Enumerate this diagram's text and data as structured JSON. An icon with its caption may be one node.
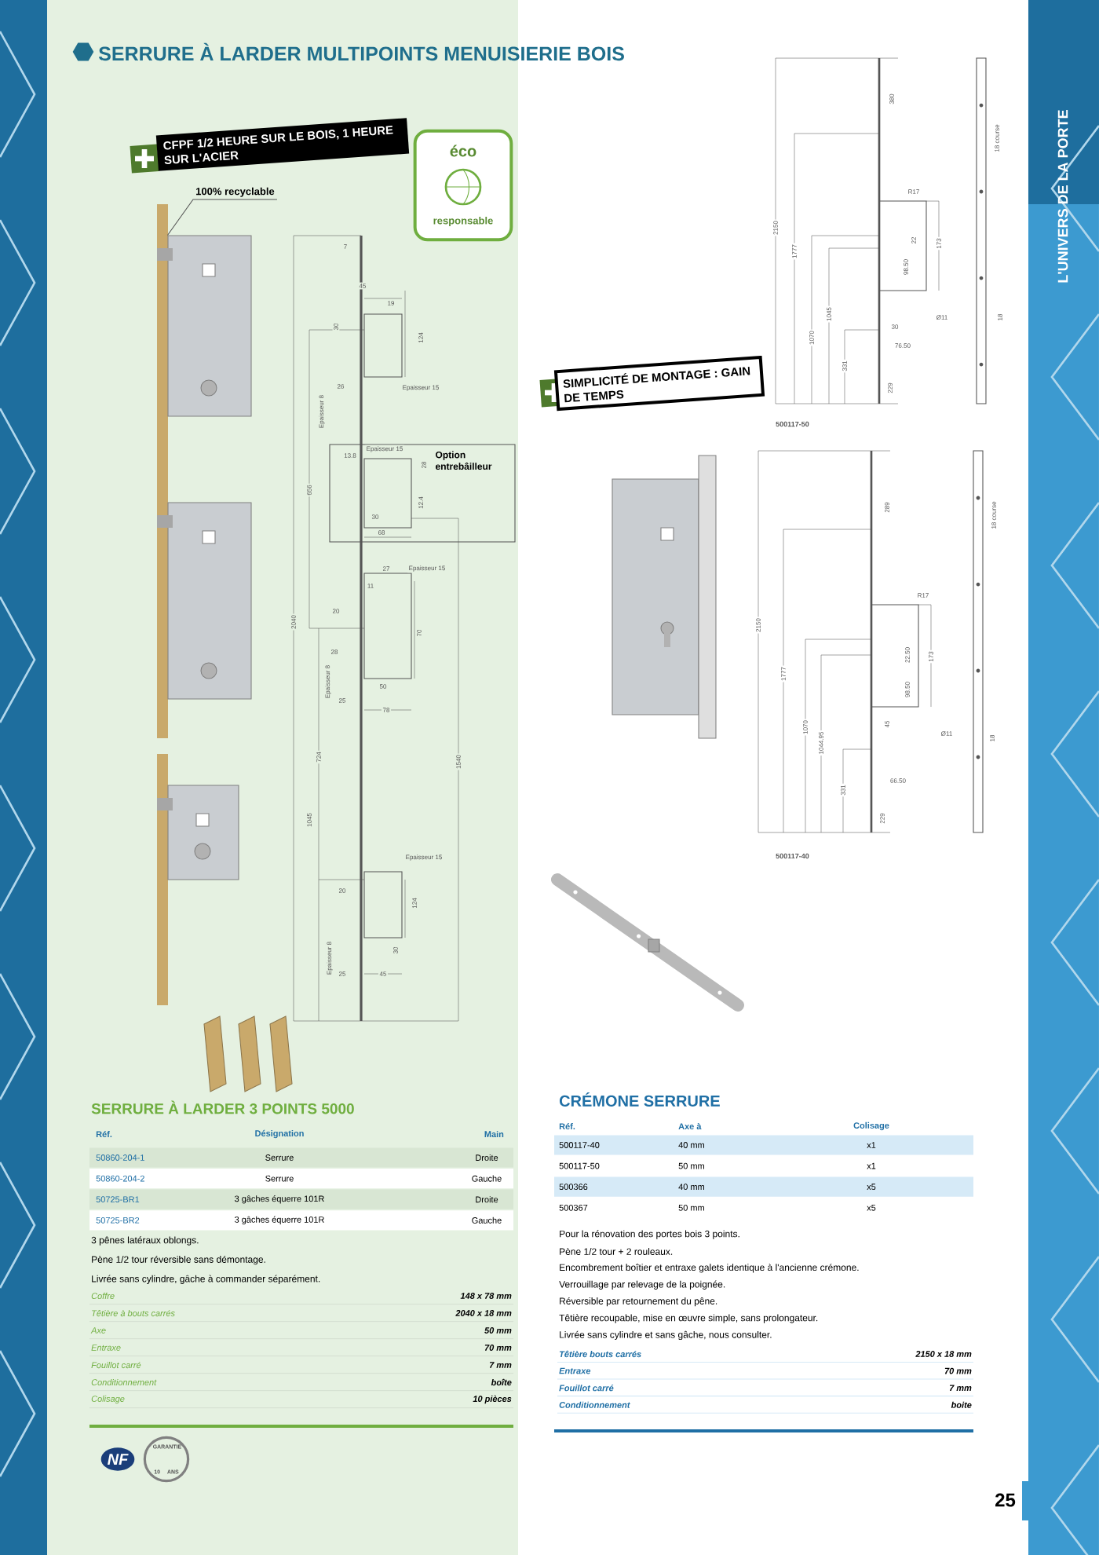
{
  "diagram": {
    "title": "SERRURE À LARDER MULTIPOINTS MENUISIERIE BOIS",
    "nodes": [
      {
        "text": [
          "100% recyclable"
        ]
      },
      {
        "text": [],
        "shape": "picture"
      },
      {
        "text": [
          "Option entrebâilleur"
        ]
      },
      {
        "text": [
          "CFPF 1/2 HEURE SUR LE BOIS, 1 HEURE SUR L'ACIER"
        ]
      },
      {
        "text": [
          "SIMPLICITÉ DE MONTAGE : GAIN DE TEMPS"
        ]
      },
      {
        "text": [
          "éco",
          "responsable"
        ]
      }
    ],
    "edges": [
      {
        "from": 0,
        "to": 1,
        "arrow": "none"
      }
    ],
    "labels": [
      "L'UNIVERS DE LA PORTE",
      "7",
      "45",
      "19",
      "30",
      "124",
      "26",
      "Epaisseur 15",
      "Epaisseur 8",
      "656",
      "13.8",
      "Epaisseur 15",
      "28",
      "12.4",
      "30",
      "68",
      "27",
      "Epaisseur 15",
      "11",
      "20",
      "70",
      "2040",
      "28",
      "Epaisseur 8",
      "25",
      "50",
      "78",
      "724",
      "1045",
      "1540",
      "Epaisseur 15",
      "124",
      "20",
      "30",
      "Epaisseur 8",
      "25",
      "45",
      "380",
      "2150",
      "1777",
      "1070",
      "1045",
      "331",
      "229",
      "R17",
      "22",
      "98.50",
      "173",
      "30",
      "76.50",
      "18 course",
      "Ø11",
      "18",
      "500117-50",
      "289",
      "2150",
      "1777",
      "1070",
      "1044.95",
      "331",
      "229",
      "R17",
      "22.50",
      "173",
      "98.50",
      "45",
      "66.50",
      "18 course",
      "Ø11",
      "18",
      "500117-40",
      "SERRURE À LARDER 3 POINTS 5000",
      "Réf.",
      "Désignation",
      "Main",
      "50860-204-1",
      "Serrure",
      "Droite",
      "50860-204-2",
      "Serrure",
      "Gauche",
      "50725-BR1",
      "3 gâches équerre 101R",
      "Droite",
      "50725-BR2",
      "3 gâches équerre 101R",
      "Gauche",
      "3 pênes latéraux oblongs.",
      "Pène 1/2 tour réversible sans démontage.",
      "Livrée sans cylindre, gâche à commander séparément.",
      "Coffre",
      "148 x 78 mm",
      "Têtière à bouts carrés",
      "2040 x 18 mm",
      "Axe",
      "50 mm",
      "Entraxe",
      "70 mm",
      "Fouillot carré",
      "7 mm",
      "Conditionnement",
      "boîte",
      "Colisage",
      "10 pièces",
      "NF",
      "GARANTIE 10 ANS",
      "CRÉMONE SERRURE",
      "Réf.",
      "Axe à",
      "Colisage",
      "500117-40",
      "40 mm",
      "x1",
      "500117-50",
      "50 mm",
      "x1",
      "500366",
      "40 mm",
      "x5",
      "500367",
      "50 mm",
      "x5",
      "Pour la rénovation des portes bois 3 points.",
      "Pène 1/2 tour + 2 rouleaux.",
      "Encombrement boîtier et entraxe galets identique à l'ancienne crémone.",
      "Verrouillage par relevage de la poignée.",
      "Réversible par retournement du pêne.",
      "Têtière recoupable, mise en œuvre simple, sans prolongateur.",
      "Livrée sans cylindre et sans gâche, nous consulter.",
      "Têtière bouts carrés",
      "2150 x 18 mm",
      "Entraxe",
      "70 mm",
      "Fouillot carré",
      "7 mm",
      "Conditionnement",
      "boite",
      "25"
    ]
  }
}
